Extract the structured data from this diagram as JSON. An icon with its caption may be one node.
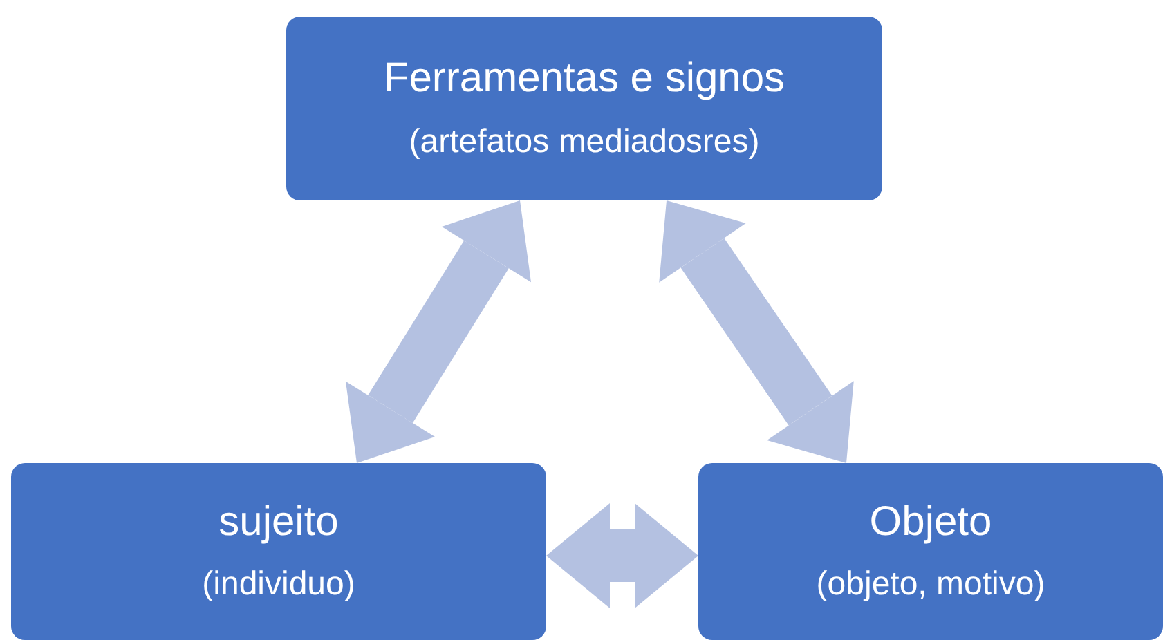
{
  "diagram": {
    "nodes": [
      {
        "text": [
          "Ferramentas e signos",
          "(artefatos mediadosres)"
        ]
      },
      {
        "text": [
          "sujeito",
          "(individuo)"
        ]
      },
      {
        "text": [
          "Objeto",
          "(objeto, motivo)"
        ]
      }
    ],
    "edges": [
      {
        "from": 1,
        "to": 0,
        "arrow": "both"
      },
      {
        "from": 0,
        "to": 2,
        "arrow": "both"
      },
      {
        "from": 1,
        "to": 2,
        "arrow": "both"
      }
    ]
  }
}
